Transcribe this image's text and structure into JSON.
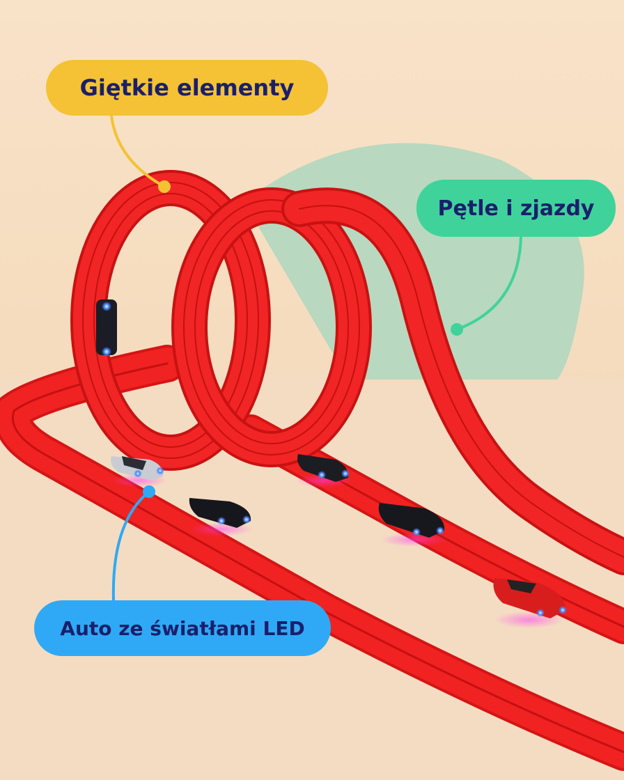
{
  "callouts": {
    "flexible": {
      "text": "Giętkie elementy",
      "color": "#f4c234"
    },
    "loops": {
      "text": "Pętle i zjazdy",
      "color": "#3fd39b"
    },
    "led": {
      "text": "Auto ze światłami LED",
      "color": "#2fa9f5"
    }
  },
  "colors": {
    "track": "#e31b1b",
    "background": "#f6dcc0",
    "blob": "#b8d8bf",
    "text": "#1b1f6b"
  },
  "scene": {
    "subject": "red toy race track with two loops and toy cars"
  }
}
